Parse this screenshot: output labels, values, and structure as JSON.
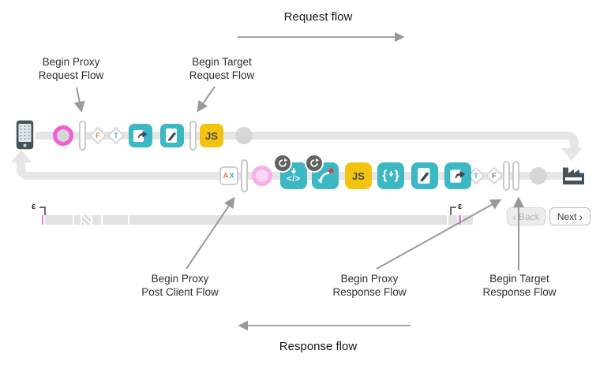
{
  "titles": {
    "request_flow": "Request flow",
    "response_flow": "Response flow"
  },
  "annotations": {
    "proxy_request": {
      "line1": "Begin Proxy",
      "line2": "Request Flow"
    },
    "target_request": {
      "line1": "Begin Target",
      "line2": "Request Flow"
    },
    "post_client": {
      "line1": "Begin Proxy",
      "line2": "Post Client Flow"
    },
    "proxy_response": {
      "line1": "Begin Proxy",
      "line2": "Response Flow"
    },
    "target_response": {
      "line1": "Begin Target",
      "line2": "Response Flow"
    }
  },
  "request_row": {
    "diamond_f": "F",
    "diamond_t": "T",
    "js": "JS"
  },
  "response_row": {
    "ax_a": "A",
    "ax_x": "X",
    "code": "</>",
    "js": "JS",
    "brace_open": "{",
    "brace_close": "}",
    "diamond_t": "T",
    "diamond_f": "F"
  },
  "timeline": {
    "epsilon_left": "ε",
    "epsilon_right": "ε"
  },
  "pager": {
    "back_chevron": "‹",
    "back_label": "Back",
    "next_label": "Next",
    "next_chevron": "›"
  },
  "colors": {
    "teal": "#3cb7c4",
    "yellow": "#f2c411",
    "magenta": "#f25fd5",
    "pale_pink": "#f7b0e8",
    "slate": "#46525a",
    "track_gray": "#e6e6e6",
    "annotation_gray": "#999999"
  }
}
